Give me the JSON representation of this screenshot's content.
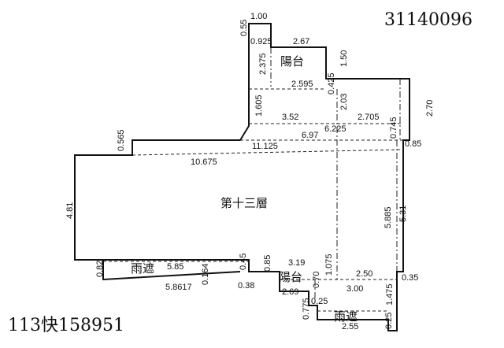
{
  "header": {
    "case_number": "31140096"
  },
  "footer": {
    "building_id": "113快158951"
  },
  "rooms": {
    "floor": "第十三層",
    "balcony_top": "陽台",
    "balcony_bottom": "陽台",
    "canopy_left": "雨遮",
    "canopy_bottom": "雨遮"
  },
  "dims": {
    "d_1_00": "1.00",
    "d_0_55": "0.55",
    "d_0_925": "0.925",
    "d_2_67": "2.67",
    "d_2_375": "2.375",
    "d_1_50": "1.50",
    "d_0_425": "0.425",
    "d_2_595": "2.595",
    "d_2_03": "2.03",
    "d_1_605": "1.605",
    "d_3_52": "3.52",
    "d_2_705": "2.705",
    "d_2_70": "2.70",
    "d_6_225": "6.225",
    "d_0_745": "0.745",
    "d_0_565": "0.565",
    "d_6_97": "6.97",
    "d_11_125": "11.125",
    "d_0_85_right": "0.85",
    "d_10_675": "10.675",
    "d_4_81": "4.81",
    "d_5_885": "5.885",
    "d_5_31": "5.31",
    "d_0_82": "0.82",
    "d_5_85": "5.85",
    "d_0_164": "0.164",
    "d_5_8617": "5.8617",
    "d_0_45": "0.45",
    "d_0_85_bal": "0.85",
    "d_3_19": "3.19",
    "d_1_075": "1.075",
    "d_0_38": "0.38",
    "d_2_69": "2.69",
    "d_0_70": "0.70",
    "d_2_50": "2.50",
    "d_3_00": "3.00",
    "d_0_35": "0.35",
    "d_1_475": "1.475",
    "d_0_25": "0.25",
    "d_0_775": "0.775",
    "d_2_55": "2.55",
    "d_0_25_b": "0.25"
  }
}
